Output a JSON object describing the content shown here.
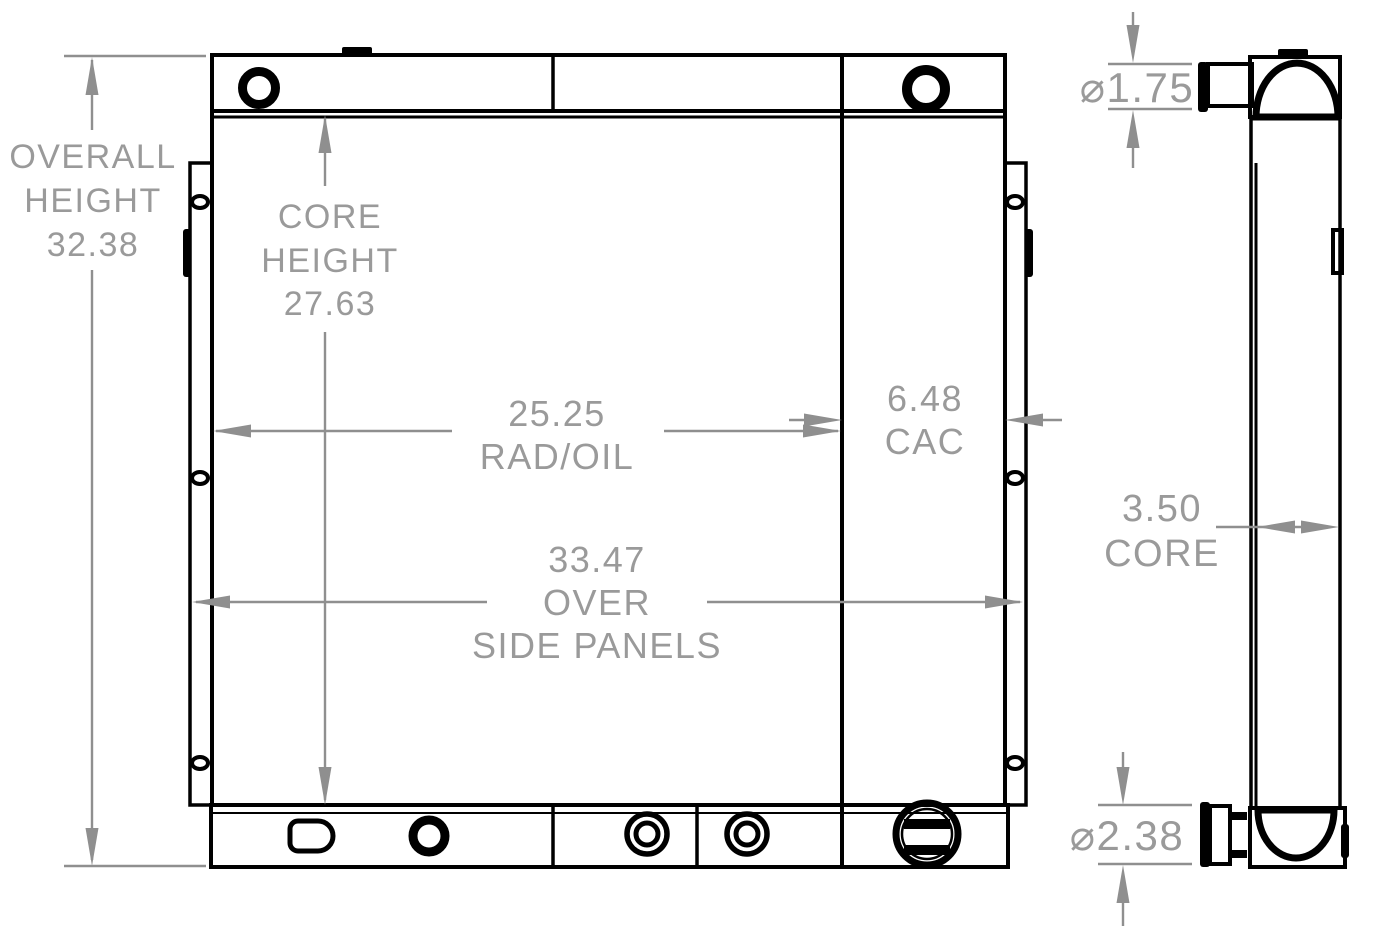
{
  "colors": {
    "background": "#ffffff",
    "outline": "#000000",
    "dimension_lines": "#8f8f8f",
    "dimension_text": "#9a9a9a"
  },
  "dimensions": {
    "overall_height": {
      "line1": "OVERALL",
      "line2": "HEIGHT",
      "value": "32.38"
    },
    "core_height": {
      "line1": "CORE",
      "line2": "HEIGHT",
      "value": "27.63"
    },
    "rad_oil_width": {
      "value": "25.25",
      "label": "RAD/OIL"
    },
    "cac_width": {
      "value": "6.48",
      "label": "CAC"
    },
    "over_side_panels": {
      "value": "33.47",
      "line2": "OVER",
      "line3": "SIDE PANELS"
    },
    "top_port_diameter": {
      "value": "⌀1.75"
    },
    "core_depth": {
      "value": "3.50",
      "label": "CORE"
    },
    "bottom_port_diameter": {
      "value": "⌀2.38"
    }
  }
}
